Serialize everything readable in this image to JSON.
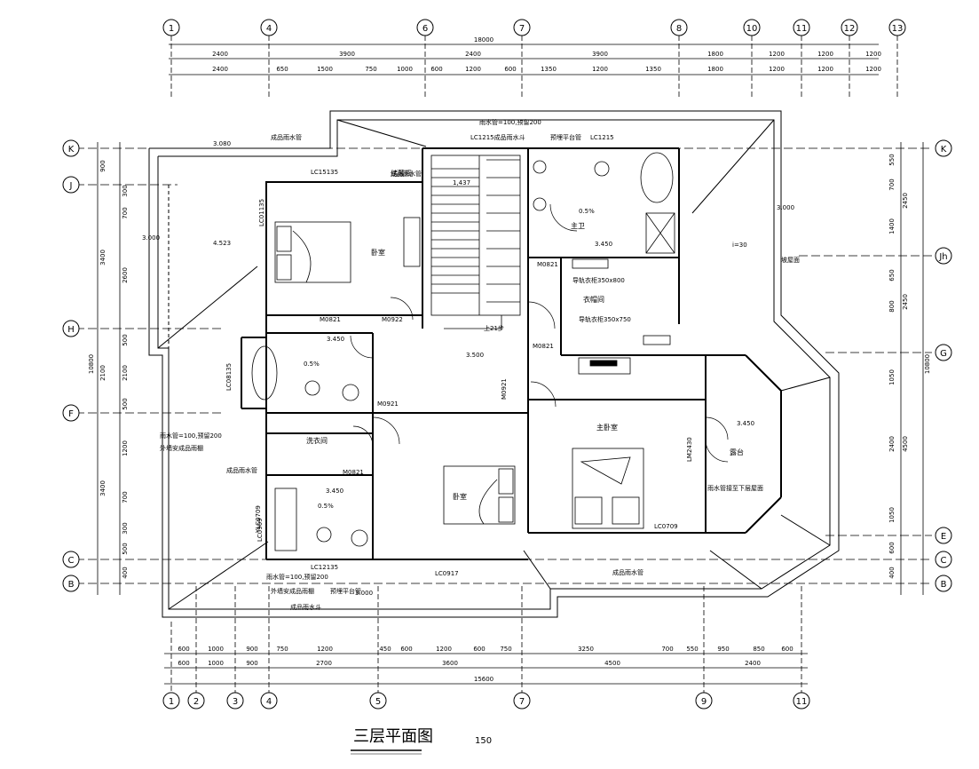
{
  "title": "三层平面图",
  "scale": "150",
  "axes": {
    "top": [
      "1",
      "4",
      "6",
      "7",
      "8",
      "10",
      "11",
      "12",
      "13"
    ],
    "bottom": [
      "1",
      "2",
      "3",
      "4",
      "5",
      "7",
      "9",
      "11"
    ],
    "left": [
      "K",
      "J",
      "H",
      "F",
      "C",
      "B"
    ],
    "right": [
      "K",
      "Jh",
      "G",
      "E",
      "C",
      "B"
    ]
  },
  "dims": {
    "top_total": "18000",
    "top_row1": [
      "2400",
      "3900",
      "2400",
      "3900",
      "1800",
      "1200",
      "1200",
      "1200"
    ],
    "top_row2": [
      "2400",
      "650",
      "1500",
      "750",
      "1000",
      "600",
      "1200",
      "600",
      "1350",
      "1200",
      "1350",
      "1800",
      "1200",
      "1200",
      "1200"
    ],
    "bottom_row1": [
      "600",
      "1000",
      "900",
      "750",
      "1200",
      "450",
      "600",
      "1200",
      "600",
      "750",
      "3250",
      "700",
      "550",
      "950",
      "850",
      "600"
    ],
    "bottom_row2": [
      "600",
      "1000",
      "900",
      "2700",
      "3600",
      "4500",
      "2400"
    ],
    "bottom_total": "15600",
    "left_total": "10800",
    "left_row": [
      "900",
      "300",
      "700",
      "2600",
      "500",
      "2100",
      "500",
      "1200",
      "700",
      "300",
      "500",
      "400"
    ],
    "left_mid": [
      "3400",
      "2100",
      "3400"
    ],
    "right_total": "10800",
    "right_row": [
      "550",
      "700",
      "1400",
      "650",
      "800",
      "1050",
      "2400",
      "1050",
      "600",
      "400"
    ],
    "right_mid": [
      "2450",
      "2450",
      "4500"
    ]
  },
  "rooms": {
    "bedroom_nw": "卧室",
    "bedroom_sw": "卧室",
    "master_bedroom": "主卧室",
    "master_bath": "主卫",
    "cloakroom": "衣帽间",
    "wash_room": "洗衣间",
    "balcony": "露台",
    "light_well": "储藏间"
  },
  "labels": {
    "lc_1": "LC15135",
    "lc_2": "LC12135",
    "lc_3": "LC1215",
    "lc_4": "LC0917",
    "lc_5": "LC0709",
    "lc_6": "LC08135",
    "lc_7": "LC01135",
    "lc_8": "LC0909",
    "door_1": "M0821",
    "door_2": "M0922",
    "door_3": "M0821",
    "door_4": "M0921",
    "door_5": "M0921",
    "door_6": "M0821",
    "door_7": "M0821",
    "door_8": "LM2430",
    "door_9": "YLC0709",
    "stairs": "1,437",
    "stair_up": "上21步",
    "elev_1": "3.450",
    "elev_2": "3.500",
    "elev_3": "3.450",
    "elev_4": "3.450",
    "elev_5": "3.450",
    "elev_6": "4.523",
    "slope_1": "0.5%",
    "slope_2": "0.5%",
    "slope_3": "0.5%",
    "i30": "i=30",
    "cabinet_1": "导轨衣柜350x800",
    "cabinet_2": "导轨衣柜350x750"
  },
  "notes": {
    "n1": "成品雨水管",
    "n2": "雨水管=100,预留200",
    "n3": "LC1215成品雨水斗",
    "n4": "预埋平台管",
    "n5": "成品雨水管",
    "n6": "外墙安成品雨棚",
    "n7": "雨水管接至下层屋面",
    "n8": "成品雨水管",
    "n9": "成品雨水管",
    "n10": "外墙安成品雨棚",
    "n11": "雨水管=100,预留200",
    "n12": "预埋平台管",
    "n13": "雨水管=100,预留200",
    "n14": "成品雨水斗",
    "n15": "坡屋面",
    "n16": "3.000",
    "n17": "3.080",
    "n18": "3.000",
    "n19": "3.000"
  }
}
